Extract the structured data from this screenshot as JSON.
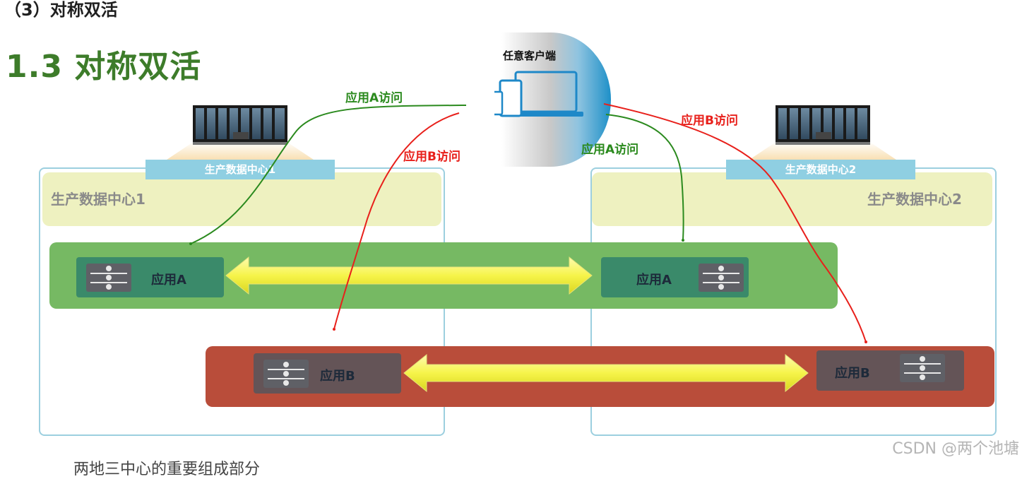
{
  "header": {
    "page_heading": "（3）对称双活",
    "slide_title": "1.3 对称双活"
  },
  "client": {
    "label": "任意客户端"
  },
  "datacenters": [
    {
      "tab_label": "生产数据中心1",
      "band_label": "生产数据中心1"
    },
    {
      "tab_label": "生产数据中心2",
      "band_label": "生产数据中心2"
    }
  ],
  "apps": {
    "a_left": "应用A",
    "a_right": "应用A",
    "b_left": "应用B",
    "b_right": "应用B"
  },
  "access": {
    "a_left": "应用A访问",
    "a_right": "应用A访问",
    "b_left": "应用B访问",
    "b_right": "应用B访问"
  },
  "footer": {
    "watermark": "CSDN @两个池塘",
    "partial_text": "两地三中心的重要组成部分"
  },
  "colors": {
    "title_green": "#3d7c2a",
    "app_a_lane": "#76b963",
    "app_b_lane": "#b94d3a",
    "access_a": "#2b8a1e",
    "access_b": "#e8201b",
    "arrow_fill": "#f6f44a",
    "dc_border": "#9ccfdf"
  },
  "icons": [
    "server-rack-icon",
    "client-devices-icon",
    "server-icon",
    "double-arrow-icon"
  ]
}
